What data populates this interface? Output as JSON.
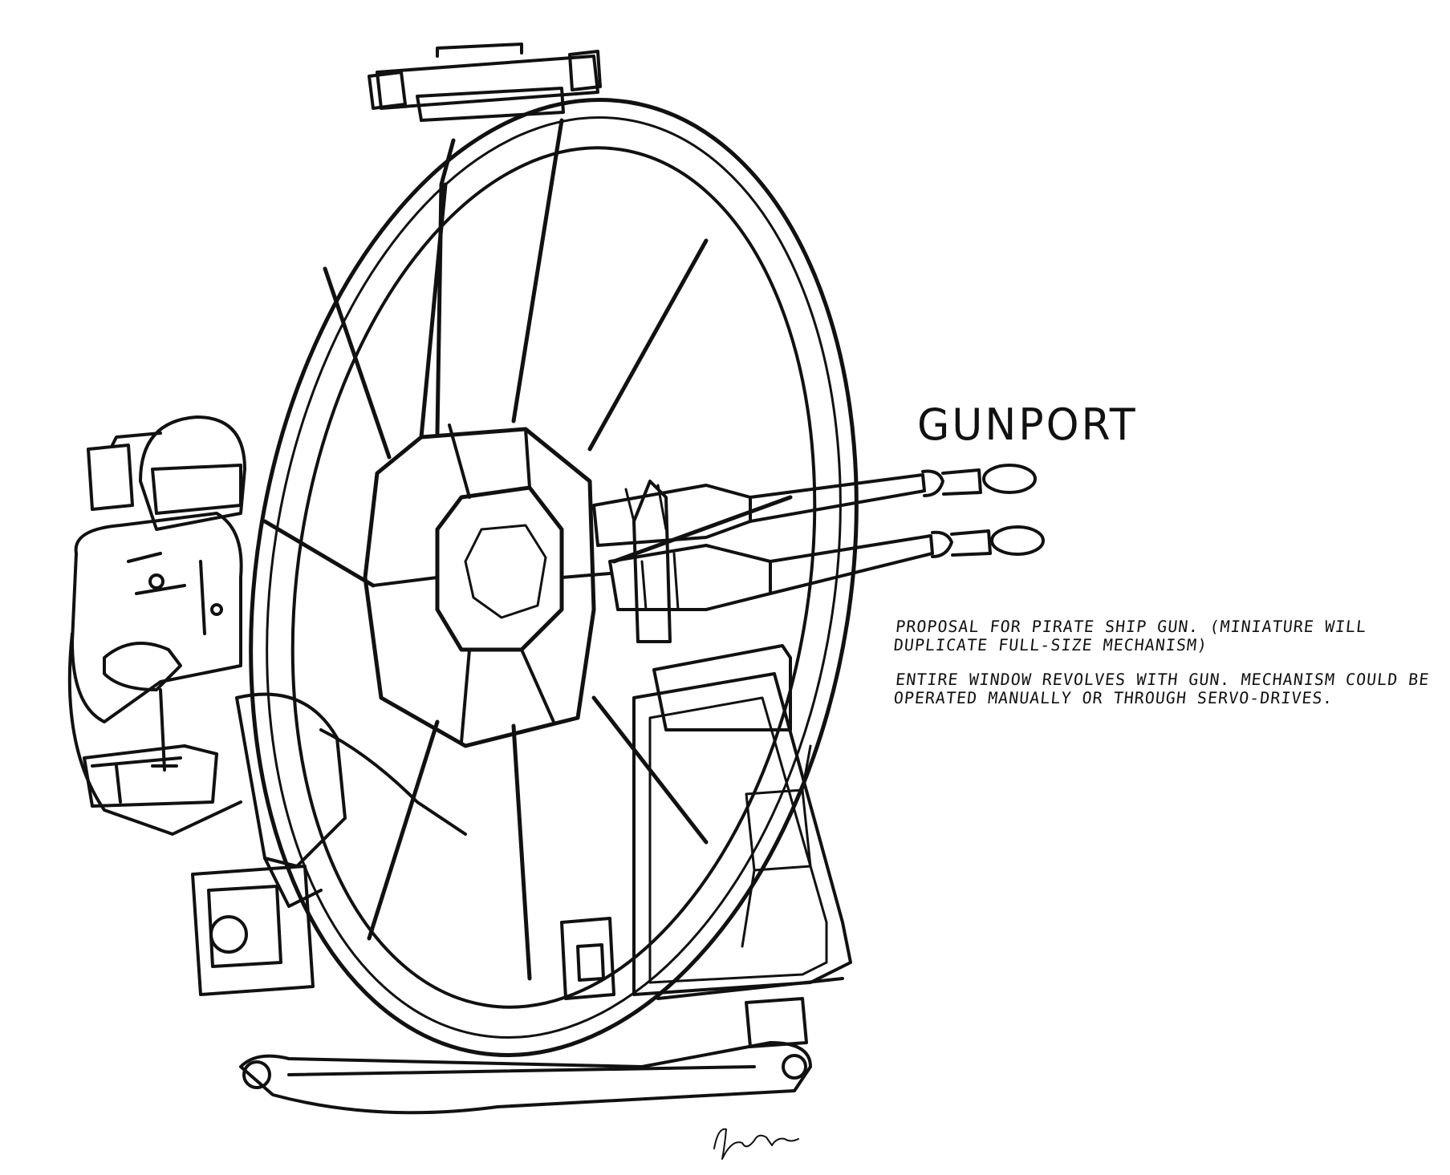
{
  "drawing": {
    "title": "GUNPORT",
    "notes": [
      "PROPOSAL FOR PIRATE SHIP GUN. (MINIATURE WILL DUPLICATE FULL-SIZE MECHANISM)",
      "ENTIRE WINDOW REVOLVES WITH GUN. MECHANISM COULD BE OPERATED MANUALLY OR THROUGH SERVO-DRIVES."
    ],
    "signature": "Johnston",
    "colors": {
      "ink": "#111111",
      "paper": "#ffffff"
    },
    "subjects": [
      "gunner-figure",
      "revolving-window-frame",
      "twin-gun-cannons",
      "gun-mount-housing"
    ]
  }
}
